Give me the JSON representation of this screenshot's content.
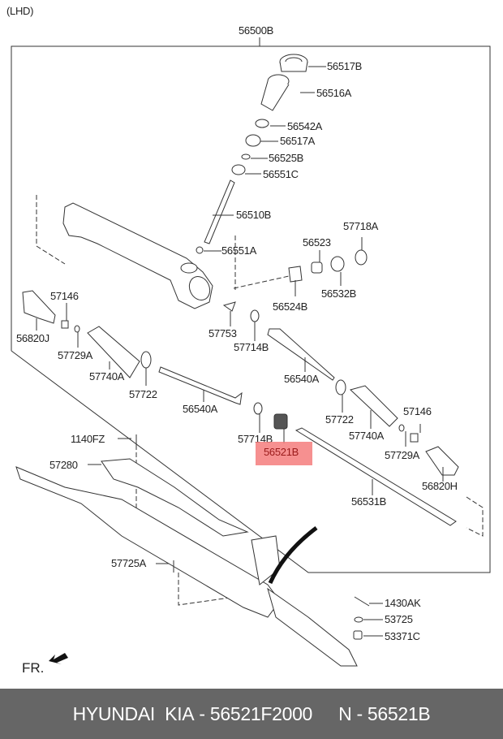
{
  "header": {
    "variant": "(LHD)",
    "assembly_number": "56500B"
  },
  "highlight": {
    "part_number": "56521B",
    "color": "#f47d7d"
  },
  "labels": [
    {
      "id": "56517B",
      "text": "56517B"
    },
    {
      "id": "56516A",
      "text": "56516A"
    },
    {
      "id": "56542A",
      "text": "56542A"
    },
    {
      "id": "56517A",
      "text": "56517A"
    },
    {
      "id": "56525B",
      "text": "56525B"
    },
    {
      "id": "56551C",
      "text": "56551C"
    },
    {
      "id": "56510B",
      "text": "56510B"
    },
    {
      "id": "56551A",
      "text": "56551A"
    },
    {
      "id": "57718A",
      "text": "57718A"
    },
    {
      "id": "56523",
      "text": "56523"
    },
    {
      "id": "56532B",
      "text": "56532B"
    },
    {
      "id": "56524B",
      "text": "56524B"
    },
    {
      "id": "57146-left",
      "text": "57146"
    },
    {
      "id": "56820J",
      "text": "56820J"
    },
    {
      "id": "57729A-left",
      "text": "57729A"
    },
    {
      "id": "57740A-left",
      "text": "57740A"
    },
    {
      "id": "57753",
      "text": "57753"
    },
    {
      "id": "57714B-upper",
      "text": "57714B"
    },
    {
      "id": "56540A-right",
      "text": "56540A"
    },
    {
      "id": "57722-left",
      "text": "57722"
    },
    {
      "id": "56540A-left",
      "text": "56540A"
    },
    {
      "id": "57722-right",
      "text": "57722"
    },
    {
      "id": "57740A-right",
      "text": "57740A"
    },
    {
      "id": "57146-right",
      "text": "57146"
    },
    {
      "id": "57714B-lower",
      "text": "57714B"
    },
    {
      "id": "57729A-right",
      "text": "57729A"
    },
    {
      "id": "56820H",
      "text": "56820H"
    },
    {
      "id": "56531B",
      "text": "56531B"
    },
    {
      "id": "1140FZ",
      "text": "1140FZ"
    },
    {
      "id": "57280",
      "text": "57280"
    },
    {
      "id": "57725A",
      "text": "57725A"
    },
    {
      "id": "1430AK",
      "text": "1430AK"
    },
    {
      "id": "53725",
      "text": "53725"
    },
    {
      "id": "53371C",
      "text": "53371C"
    }
  ],
  "direction": {
    "text": "FR."
  },
  "footer": {
    "brand": "HYUNDAI  KIA",
    "part_number": "56521F2000",
    "reference": "N - 56521B",
    "separator": " - "
  }
}
